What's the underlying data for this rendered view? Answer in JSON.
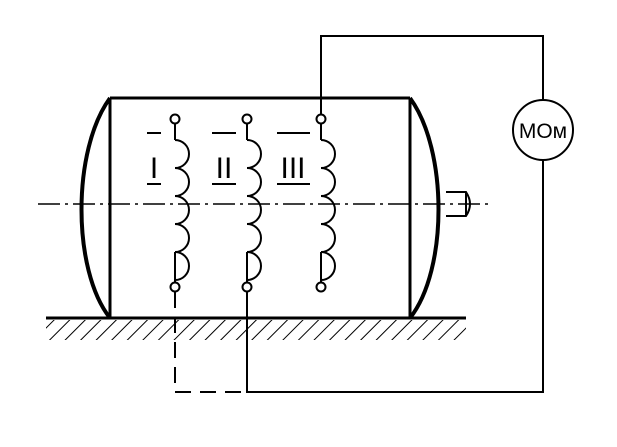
{
  "windings": [
    {
      "numeral": "I"
    },
    {
      "numeral": "II"
    },
    {
      "numeral": "III"
    }
  ],
  "meter": {
    "label": "МОм"
  },
  "colors": {
    "line": "#000000",
    "background": "#ffffff"
  }
}
